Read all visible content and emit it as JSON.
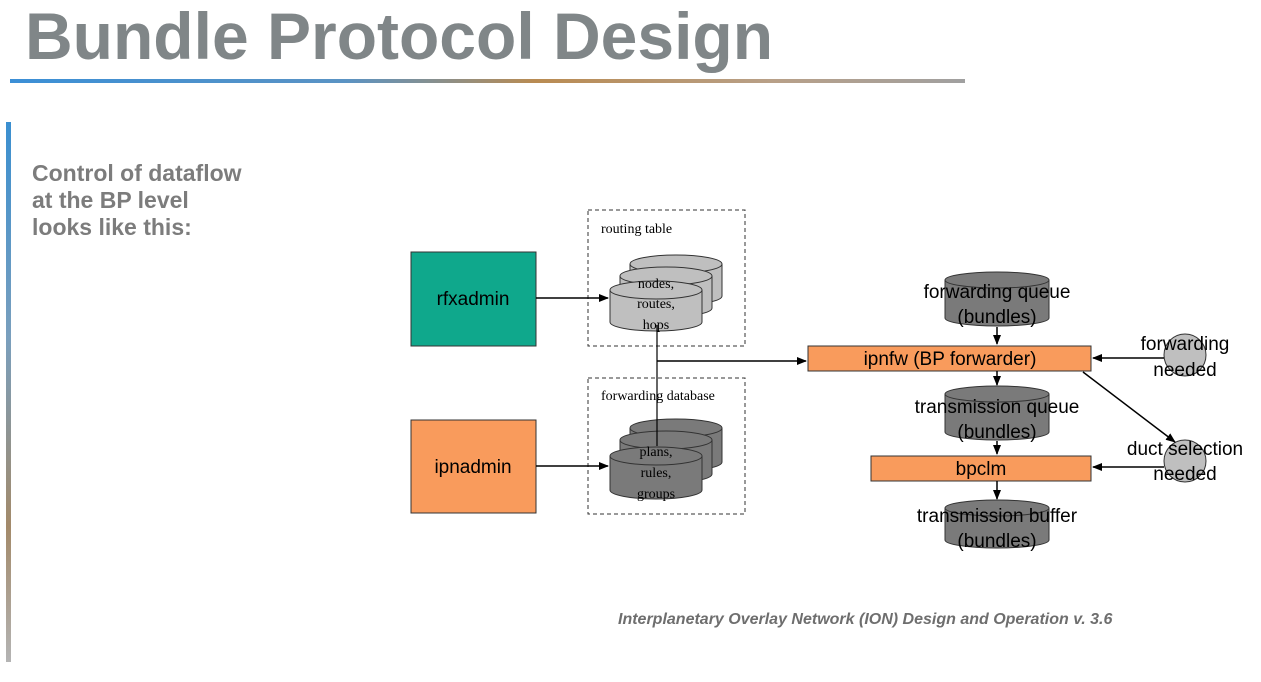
{
  "slide": {
    "title": "Bundle Protocol Design",
    "intro_lines": [
      "Control of dataflow",
      "at the BP level",
      "looks like this:"
    ],
    "caption": "Interplanetary Overlay Network (ION) Design and Operation v. 3.6"
  },
  "diagram": {
    "rfxadmin": "rfxadmin",
    "ipnadmin": "ipnadmin",
    "routing_table": {
      "label": "routing table",
      "items": [
        "nodes,",
        "routes,",
        "hops"
      ]
    },
    "forwarding_database": {
      "label": "forwarding database",
      "items": [
        "plans,",
        "rules,",
        "groups"
      ]
    },
    "forwarding_queue": [
      "forwarding queue",
      "(bundles)"
    ],
    "ipnfw": "ipnfw (BP forwarder)",
    "transmission_queue": [
      "transmission queue",
      "(bundles)"
    ],
    "bpclm": "bpclm",
    "transmission_buffer": [
      "transmission buffer",
      "(bundles)"
    ],
    "forwarding_needed": [
      "forwarding",
      "needed"
    ],
    "duct_selection_needed": [
      "duct selection",
      "needed"
    ]
  },
  "colors": {
    "teal": "#0fa88c",
    "orange": "#f99b5c",
    "light_gray": "#bfbfbf",
    "dark_gray": "#7a7a7a",
    "title_gray": "#808688"
  }
}
